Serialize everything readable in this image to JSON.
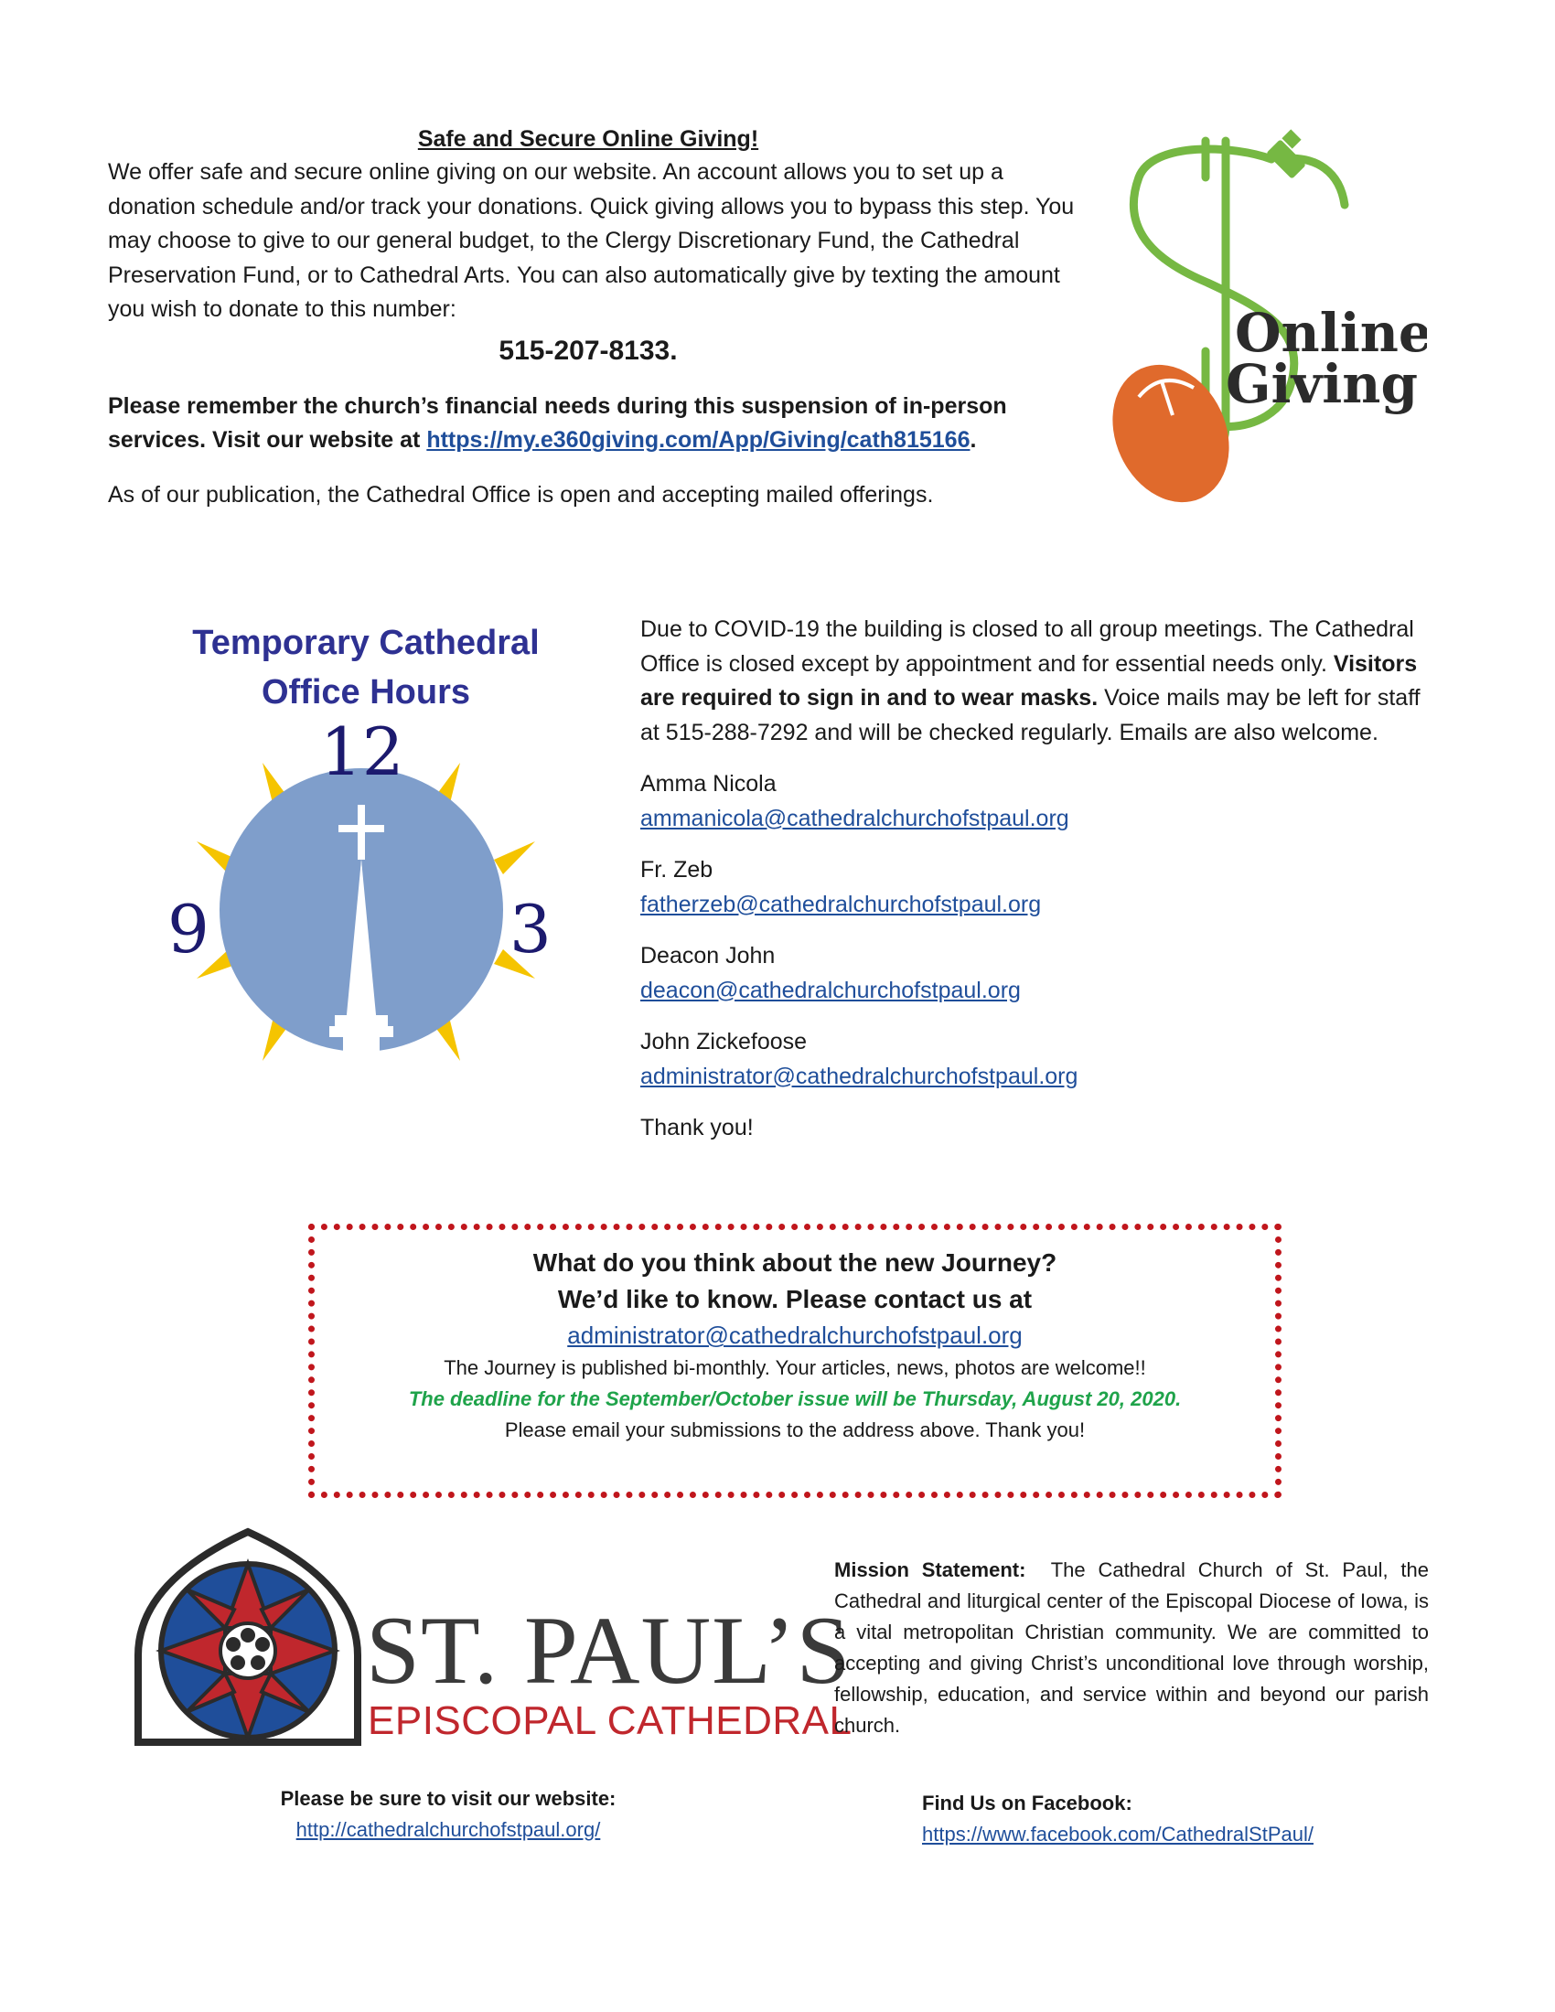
{
  "giving": {
    "title": "Safe and Secure Online Giving!",
    "body": "We offer safe and secure online giving on our website.  An account allows you to set up a donation schedule and/or track your donations. Quick giving allows you to bypass this step.  You may choose to give to our general budget, to the Clergy Discretionary Fund, the Cathedral Preservation Fund, or to Cathedral Arts.  You can also automatically give by texting the amount you wish to donate to this number:",
    "phone": "515-207-8133.",
    "remember": "Please remember the church’s financial needs during this suspension of in-person services.  Visit our website at",
    "website": "https://my.e360giving.com/App/Giving/cath815166",
    "website_suffix": ".",
    "office_note": "As of our publication, the Cathedral Office is open and accepting mailed offerings.",
    "logo_line1": "Online",
    "logo_line2": "Giving"
  },
  "hours": {
    "title_line1": "Temporary Cathedral",
    "title_line2": "Office Hours",
    "clock": {
      "top": "12",
      "left": "9",
      "right": "3"
    },
    "intro_plain": "Due to COVID-19 the building is closed to all group meetings.  The Cathedral Office is closed except by appointment and for essential needs only.",
    "intro_bold": "Visitors are required to sign in and to wear masks.",
    "intro_tail": "Voice mails may be left for staff at 515-288-7292 and will be checked regularly.  Emails are also welcome.",
    "contacts": [
      {
        "name": "Amma Nicola",
        "email": "ammanicola@cathedralchurchofstpaul.org"
      },
      {
        "name": "Fr. Zeb",
        "email": "fatherzeb@cathedralchurchofstpaul.org"
      },
      {
        "name": "Deacon John",
        "email": "deacon@cathedralchurchofstpaul.org"
      },
      {
        "name": "John Zickefoose",
        "email": "administrator@cathedralchurchofstpaul.org"
      }
    ],
    "thanks": "Thank you!"
  },
  "journey": {
    "line1": "What do you think about the new Journey?",
    "line2": "We’d like to know.  Please contact us at",
    "email": "administrator@cathedralchurchofstpaul.org",
    "published": "The Journey is published bi-monthly.  Your articles, news, photos are welcome!!",
    "deadline": "The deadline for the September/October issue will be Thursday, August 20, 2020.",
    "submit": "Please email your submissions to the address above.  Thank you!"
  },
  "stpaul": {
    "name": "ST. PAUL’S",
    "subtitle": "EPISCOPAL CATHEDRAL",
    "mission_label": "Mission Statement:",
    "mission_text": "The Cathedral Church of St. Paul, the Cathedral and liturgical center of the Episcopal Diocese of Iowa, is a vital metropolitan Christian community. We are committed to accepting and giving Christ’s unconditional love through worship, fellowship, education, and service within and beyond our parish church."
  },
  "footer": {
    "visit_label": "Please be sure to visit our website:",
    "visit_url": "http://cathedralchurchofstpaul.org/",
    "fb_label": "Find Us on Facebook:",
    "fb_url": "https://www.facebook.com/CathedralStPaul/"
  },
  "colors": {
    "link": "#1f4e9a",
    "hours_title": "#2e3192",
    "clock_face": "#7f9ecb",
    "sun_ray": "#f5c400",
    "dollar_green": "#76b843",
    "mouse_orange": "#e06a2c",
    "dotted_border": "#c0161c",
    "deadline_green": "#1fa34a",
    "stpaul_red": "#c0272d",
    "stpaul_blue": "#1f4e9a"
  }
}
